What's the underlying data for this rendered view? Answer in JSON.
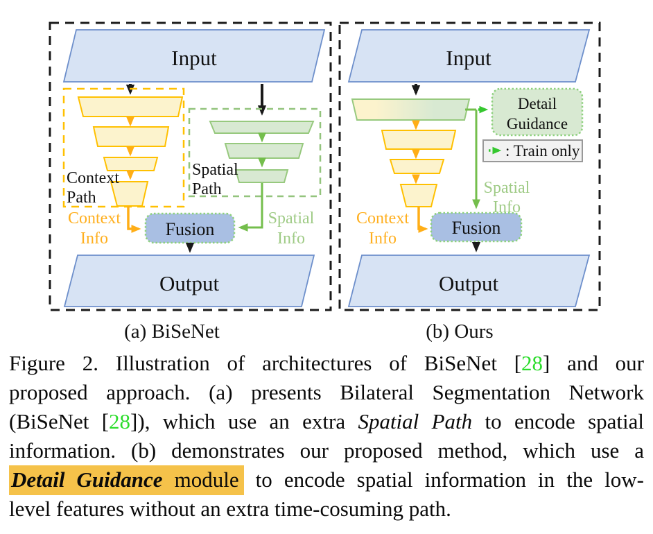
{
  "panel_a": {
    "caption": "(a) BiSeNet",
    "input_label": "Input",
    "output_label": "Output",
    "fusion_label": "Fusion",
    "context_path": [
      "Context",
      "Path"
    ],
    "spatial_path": [
      "Spatial",
      "Path"
    ],
    "context_info": [
      "Context",
      "Info"
    ],
    "spatial_info": [
      "Spatial",
      "Info"
    ]
  },
  "panel_b": {
    "caption": "(b) Ours",
    "input_label": "Input",
    "output_label": "Output",
    "fusion_label": "Fusion",
    "detail_guidance": [
      "Detail",
      "Guidance"
    ],
    "legend_label": ": Train only",
    "context_info": [
      "Context",
      "Info"
    ],
    "spatial_info": [
      "Spatial",
      "Info"
    ]
  },
  "caption": {
    "line1_pre": "Figure 2. Illustration of architectures of BiSeNet [",
    "line1_ref": "28",
    "line1_post": "] and our",
    "line2": "proposed approach. (a) presents Bilateral Segmentation Network",
    "line3_pre": "(BiSeNet [",
    "line3_ref": "28",
    "line3_mid": "]), which use an extra ",
    "line3_italic": "Spatial Path",
    "line3_post": " to encode spatial",
    "line4": "information. (b) demonstrates our proposed method, which use a",
    "line5_hl_italic": "Detail Guidance",
    "line5_hl_rest": " module",
    "line5_post": " to encode spatial information in the low-",
    "line6": "level features without an extra time-cosuming path."
  },
  "colors": {
    "blue_fill": "#D7E3F4",
    "blue_stroke": "#6D8FCB",
    "yellow_fill": "#FCF3CD",
    "yellow_stroke": "#FFC001",
    "green_fill": "#D8E9D2",
    "green_stroke": "#97C97E",
    "fusion_fill": "#A9BFE3",
    "fusion_border": "#8ED17E",
    "orange_text": "#FFAF1E",
    "green_text": "#9FCB86",
    "bright_green": "#35C72F",
    "ref_green": "#2BDC2B",
    "highlight": "#F5C24A",
    "legend_fill": "#F2F2F2"
  }
}
